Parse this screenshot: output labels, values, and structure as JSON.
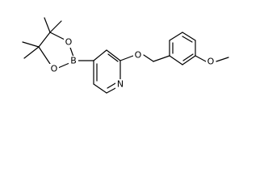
{
  "structure": {
    "atoms": {
      "boron": "B",
      "ring_oxygen_top": "O",
      "ring_oxygen_bottom": "O",
      "pyridine_nitrogen": "N",
      "ether_oxygen": "O",
      "methoxy_oxygen": "O"
    },
    "colors": {
      "bond": "#000000",
      "label": "#000000",
      "background": "#ffffff"
    }
  }
}
